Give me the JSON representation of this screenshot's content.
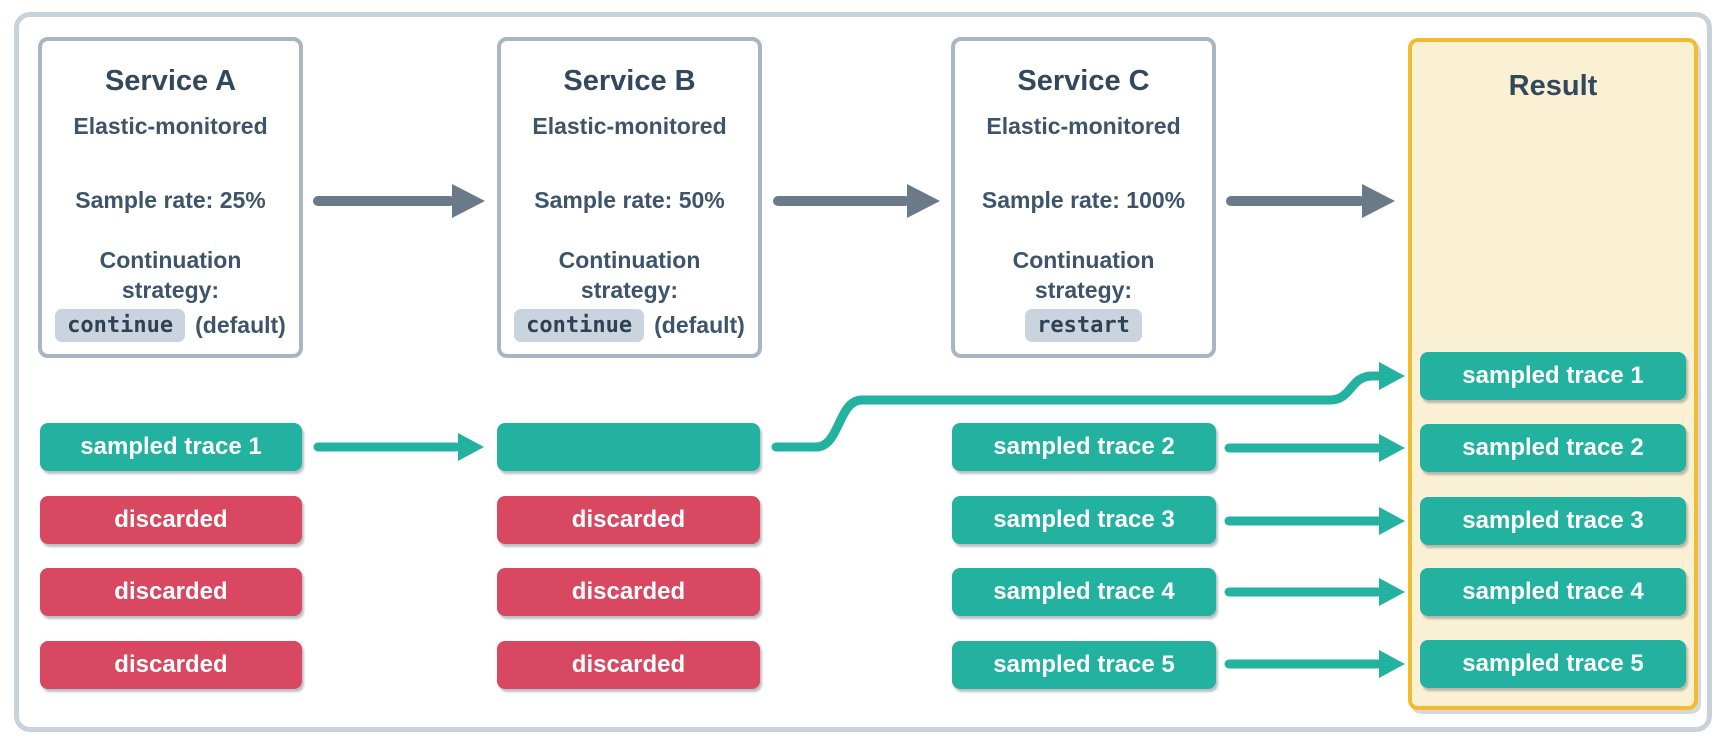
{
  "diagram": {
    "services": [
      {
        "name": "Service A",
        "monitored": "Elastic-monitored",
        "sample_rate": "Sample rate: 25%",
        "strategy_line1": "Continuation",
        "strategy_line2": "strategy:",
        "strategy_code": "continue",
        "strategy_suffix": "(default)"
      },
      {
        "name": "Service B",
        "monitored": "Elastic-monitored",
        "sample_rate": "Sample rate: 50%",
        "strategy_line1": "Continuation",
        "strategy_line2": "strategy:",
        "strategy_code": "continue",
        "strategy_suffix": "(default)"
      },
      {
        "name": "Service C",
        "monitored": "Elastic-monitored",
        "sample_rate": "Sample rate: 100%",
        "strategy_line1": "Continuation",
        "strategy_line2": "strategy:",
        "strategy_code": "restart",
        "strategy_suffix": ""
      }
    ],
    "columns": [
      {
        "rows": [
          {
            "label": "sampled trace 1",
            "type": "sampled"
          },
          {
            "label": "discarded",
            "type": "discarded"
          },
          {
            "label": "discarded",
            "type": "discarded"
          },
          {
            "label": "discarded",
            "type": "discarded"
          }
        ]
      },
      {
        "rows": [
          {
            "label": "",
            "type": "sampled"
          },
          {
            "label": "discarded",
            "type": "discarded"
          },
          {
            "label": "discarded",
            "type": "discarded"
          },
          {
            "label": "discarded",
            "type": "discarded"
          }
        ]
      },
      {
        "rows": [
          {
            "label": "sampled trace 2",
            "type": "sampled"
          },
          {
            "label": "sampled trace 3",
            "type": "sampled"
          },
          {
            "label": "sampled trace 4",
            "type": "sampled"
          },
          {
            "label": "sampled trace 5",
            "type": "sampled"
          }
        ]
      }
    ],
    "result": {
      "title": "Result",
      "traces": [
        "sampled trace 1",
        "sampled trace 2",
        "sampled trace 3",
        "sampled trace 4",
        "sampled trace 5"
      ]
    },
    "colors": {
      "sampled_teal": "#23B2A0",
      "discarded_red": "#D84860",
      "arrow_gray": "#6B7A89",
      "result_bg": "#FAF0D4",
      "result_border": "#F3BC2E",
      "service_border": "#A7B5C4",
      "frame_border": "#C8D2DB",
      "title_text": "#32485C",
      "body_text": "#3E546A",
      "code_pill_bg": "#C9D4DF",
      "trace_text": "#FFFFFF"
    }
  }
}
